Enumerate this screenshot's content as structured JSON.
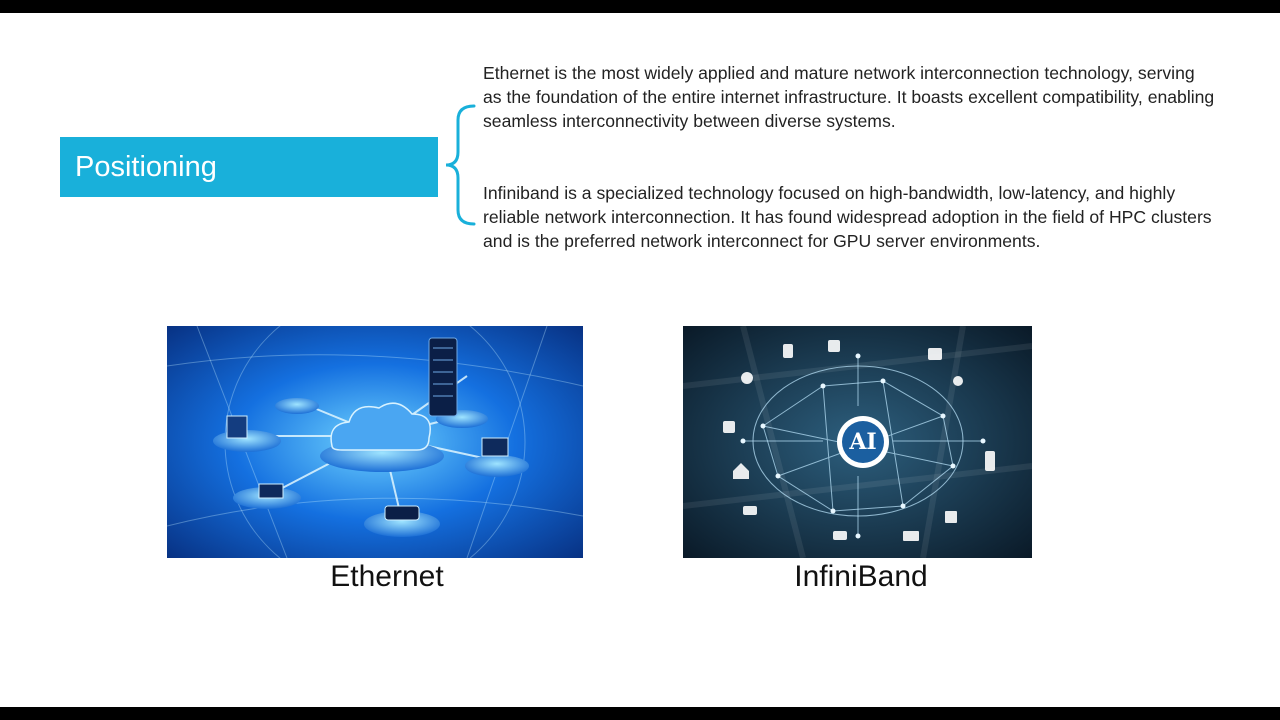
{
  "slide": {
    "label": "Positioning",
    "paragraphs": [
      "Ethernet is the most widely applied and mature network interconnection technology, serving as the foundation of the entire internet infrastructure. It boasts excellent compatibility, enabling seamless interconnectivity between diverse systems.",
      "Infiniband is a specialized technology focused on high-bandwidth, low-latency, and highly reliable network interconnection. It has found widespread adoption in the field of HPC clusters and is the preferred network interconnect for GPU server environments."
    ],
    "images": [
      {
        "caption": "Ethernet",
        "icon": "network-cloud-illustration"
      },
      {
        "caption": "InfiniBand",
        "icon": "ai-brain-network-illustration",
        "badge": "AI"
      }
    ]
  },
  "colors": {
    "accent": "#19b0da",
    "ethernet_bg": "#0a3ea8",
    "infiniband_bg": "#0d2234"
  }
}
